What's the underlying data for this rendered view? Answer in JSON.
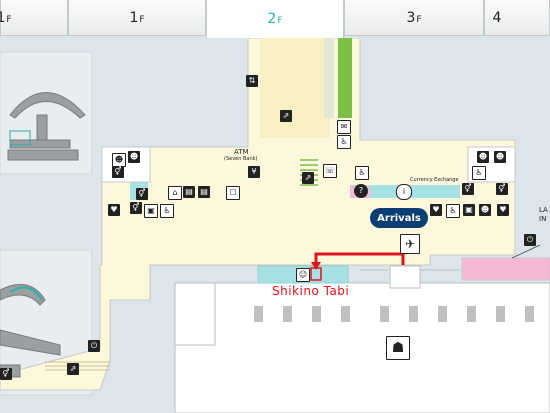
{
  "floor_tabs": [
    {
      "num": "1",
      "suffix": "F",
      "active": false,
      "partial": "left"
    },
    {
      "num": "1",
      "suffix": "F",
      "active": false
    },
    {
      "num": "2",
      "suffix": "F",
      "active": true
    },
    {
      "num": "3",
      "suffix": "F",
      "active": false
    },
    {
      "num": "4",
      "suffix": "",
      "active": false,
      "partial": "right"
    }
  ],
  "map": {
    "atm_label": "ATM",
    "atm_sub": "(Seven Bank)",
    "currency_exchange": "Currency Exchange",
    "arrivals": "Arrivals",
    "shop_name": "Shikino Tabi",
    "right_cut_1": "LA",
    "right_cut_2": "IN",
    "colors": {
      "corridor": "#fdf7dc",
      "gate_area": "#ffffff",
      "shop": "#a6e2e3",
      "highlight": "#e0151c",
      "pink_area": "#f5b8d6",
      "arrivals_badge": "#0b3e72",
      "green_strip": "#7cc04a"
    },
    "icons": [
      "elevator-icon",
      "escalator-icon",
      "toilet-icon",
      "atm-icon",
      "information-icon",
      "help-icon",
      "mail-icon",
      "wheelchair-icon",
      "aed-icon",
      "security-guard-icon",
      "plug-icon",
      "nursing-icon",
      "phone-icon",
      "wifi-sim-icon",
      "baggage-icon"
    ]
  }
}
